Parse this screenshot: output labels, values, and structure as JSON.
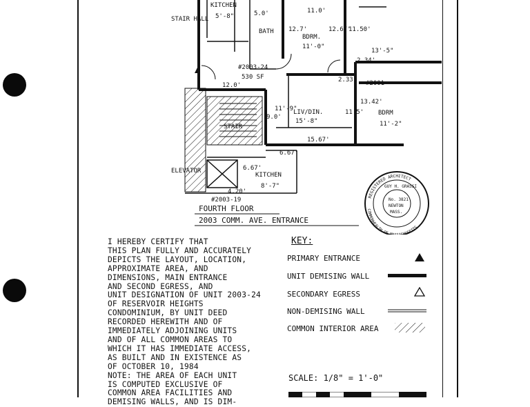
{
  "plan": {
    "labels": {
      "kitchen_top": "KITCHEN",
      "kitchen_top_dim": "5'-8\"",
      "stair_hall": "STAIR HALL",
      "unit_dim_50": "5.0'",
      "dim_11": "11.0'",
      "bath": "BATH",
      "bdrm": "BDRM.",
      "bdrm_dim": "11'-0\"",
      "dim_127": "12.7'",
      "dim_1267": "12.67'",
      "dim_1150": "11.50'",
      "dim_1355": "13'-5\"",
      "unit_id": "#2003-24",
      "unit_area": "530 SF",
      "dim_120": "12.0'",
      "dim_234": "2.34'",
      "dim_233": "2.33'",
      "unit_2001": "#2001-",
      "liv_din": "LIV/DIN.",
      "liv_din_dim": "15'-8\"",
      "dim_119": "11'-9\"",
      "dim_1342": "13.42'",
      "bdrm2": "BDRM",
      "bdrm2_dim": "11'-2\"",
      "stair": "STAIR",
      "dim_1567": "15.67'",
      "dim_90": "9.0'",
      "dim_115": "11.5'",
      "elevator": "ELEVATOR",
      "kitchen_low": "KITCHEN",
      "kitchen_low_dim": "8'-7\"",
      "dim_67a": "6.67'",
      "dim_67b": "6.67'",
      "unit_2003_19": "#2003-19",
      "dim_420": "4.20'",
      "floor_title": "FOURTH FLOOR",
      "entrance_title": "2003 COMM. AVE. ENTRANCE"
    },
    "stamp": {
      "ring_top": "REGISTERED ARCHITECT",
      "ring_bottom": "COMMONWEALTH OF MASSACHUSETTS",
      "name": "GUY H. GRASSI",
      "no": "No. 3821",
      "city": "NEWTON",
      "state": "MASS."
    }
  },
  "certification_lines": [
    "I HEREBY CERTIFY THAT",
    "THIS PLAN FULLY AND ACCURATELY",
    "DEPICTS THE LAYOUT, LOCATION,",
    "APPROXIMATE AREA, AND",
    "DIMENSIONS, MAIN ENTRANCE",
    "AND SECOND EGRESS, AND",
    "UNIT DESIGNATION OF UNIT 2003-24",
    "OF RESERVOIR HEIGHTS",
    "CONDOMINIUM, BY UNIT DEED",
    "RECORDED HEREWITH AND OF",
    "IMMEDIATELY ADJOINING UNITS",
    "AND OF ALL COMMON AREAS TO",
    "WHICH IT HAS IMMEDIATE ACCESS,",
    "AS BUILT AND IN EXISTENCE AS",
    "OF OCTOBER 10, 1984",
    "NOTE: THE AREA OF EACH UNIT",
    "IS COMPUTED EXCLUSIVE OF",
    "COMMON AREA FACILITIES AND",
    "DEMISING WALLS, AND IS DIM-"
  ],
  "key": {
    "title": "KEY:",
    "primary_entrance": "PRIMARY ENTRANCE",
    "unit_demising_wall": "UNIT DEMISING WALL",
    "secondary_egress": "SECONDARY EGRESS",
    "non_demising_wall": "NON-DEMISING WALL",
    "common_interior_area": "COMMON INTERIOR AREA"
  },
  "scale": "SCALE: 1/8\" = 1'-0\""
}
